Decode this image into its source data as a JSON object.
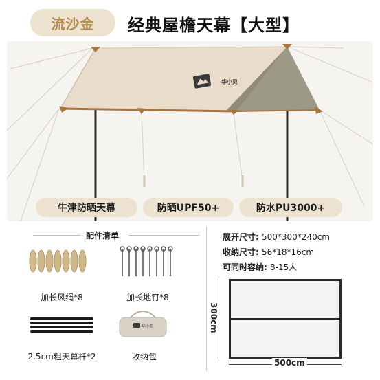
{
  "header": {
    "color_name": "流沙金",
    "product_title": "经典屋檐天幕【大型】"
  },
  "product_logo": "华小贝",
  "features": [
    "牛津防晒天幕",
    "防晒UPF50+",
    "防水PU3000+"
  ],
  "accessories": {
    "title": "配件清单",
    "items": [
      {
        "label": "加长风绳*8"
      },
      {
        "label": "加长地钉*8"
      },
      {
        "label": "2.5cm粗天幕杆*2"
      },
      {
        "label": "收纳包"
      }
    ]
  },
  "specs": [
    {
      "key": "展开尺寸:",
      "value": "500*300*240cm"
    },
    {
      "key": "收纳尺寸:",
      "value": "56*18*16cm"
    },
    {
      "key": "可同时容纳:",
      "value": "8-15人"
    }
  ],
  "dimensions": {
    "width": "500cm",
    "height": "300cm"
  },
  "colors": {
    "pill": "#ede2cf",
    "pill_text": "#b48a4c",
    "tarp": "#e9dccb",
    "tarp_side": "#9c9a86",
    "trim": "#a8753f"
  }
}
